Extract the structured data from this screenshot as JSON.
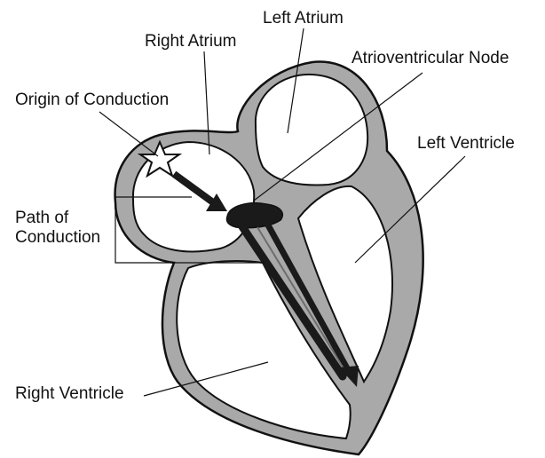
{
  "labels": {
    "left_atrium": "Left Atrium",
    "right_atrium": "Right Atrium",
    "av_node": "Atrioventricular Node",
    "origin": "Origin of Conduction",
    "left_ventricle": "Left Ventricle",
    "path": "Path of\nConduction",
    "right_ventricle": "Right Ventricle"
  },
  "colors": {
    "wall": "#a9a9a9",
    "outline": "#111111",
    "chamber": "#ffffff",
    "conduction": "#1a1a1a"
  }
}
